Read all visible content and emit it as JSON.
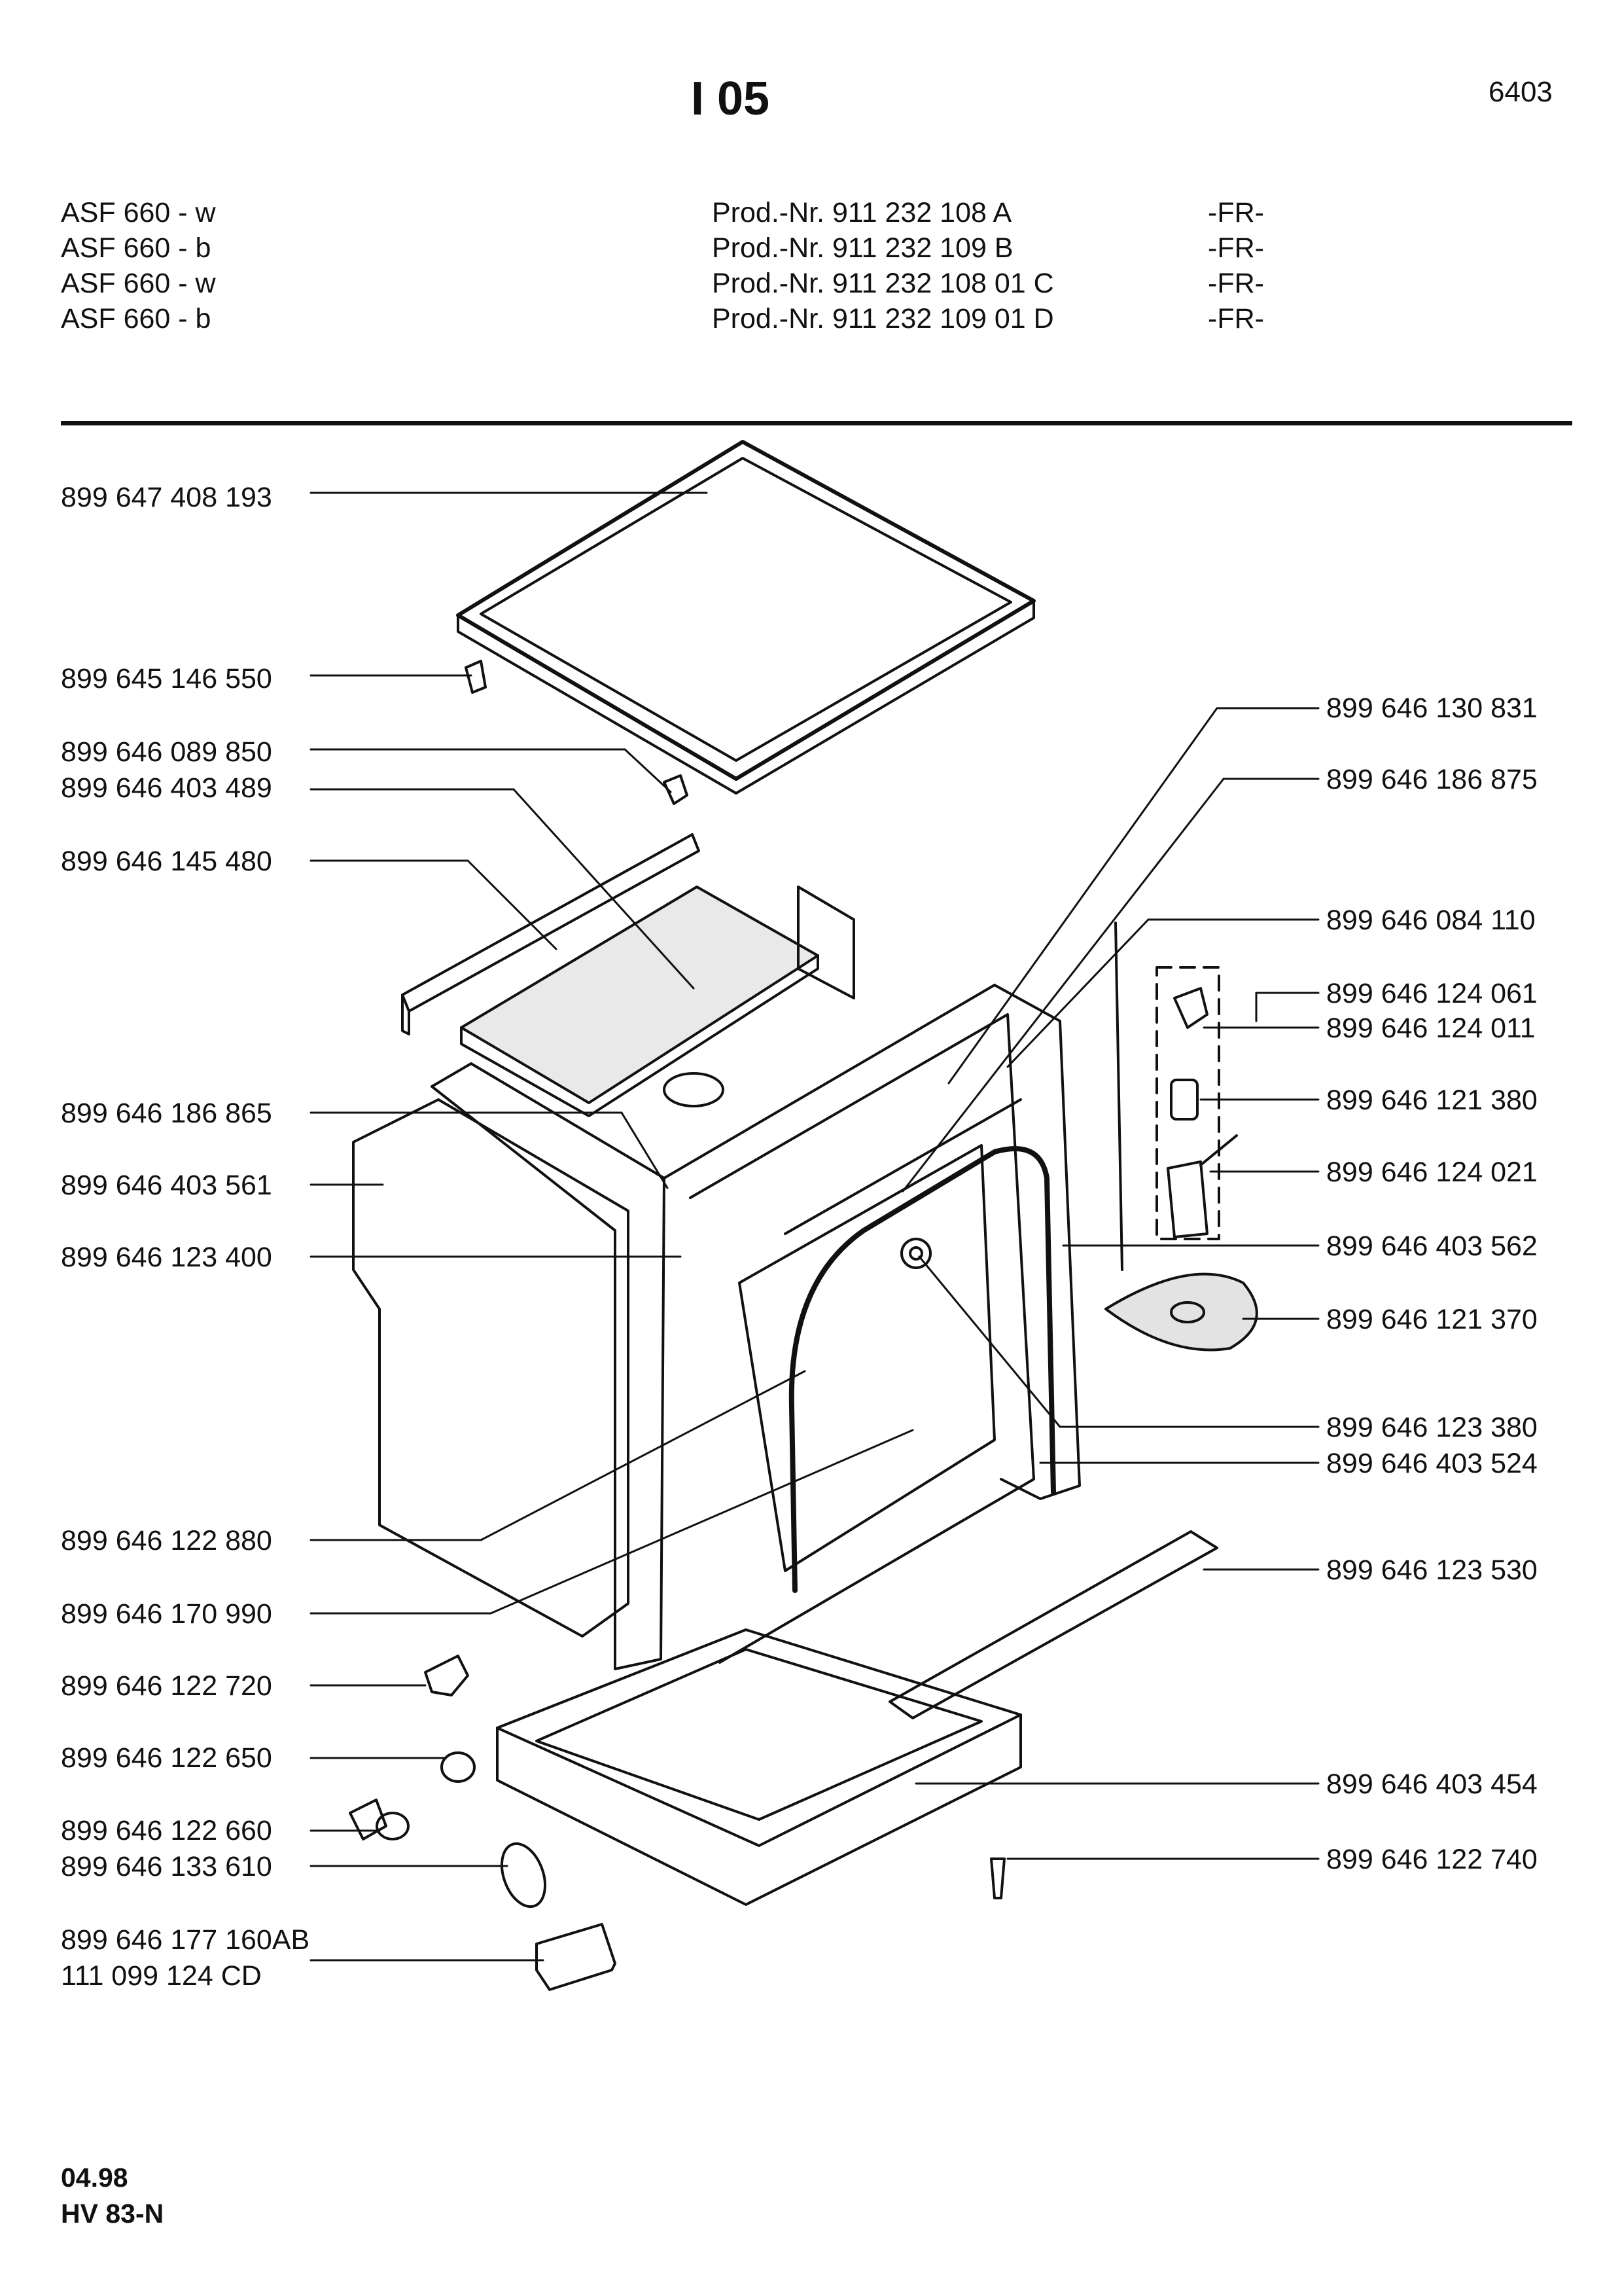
{
  "header": {
    "title": "I 05",
    "page_number": "6403"
  },
  "models": [
    {
      "model": "ASF 660 - w",
      "prod": "Prod.-Nr. 911 232 108 A",
      "country": "-FR-"
    },
    {
      "model": "ASF 660 - b",
      "prod": "Prod.-Nr. 911 232 109 B",
      "country": "-FR-"
    },
    {
      "model": "ASF 660 - w",
      "prod": "Prod.-Nr. 911 232 108 01 C",
      "country": "-FR-"
    },
    {
      "model": "ASF 660 - b",
      "prod": "Prod.-Nr. 911 232 109 01 D",
      "country": "-FR-"
    }
  ],
  "parts_left": [
    "899 647 408 193",
    "899 645 146 550",
    "899 646 089 850",
    "899 646 403 489",
    "899 646 145 480",
    "899 646 186 865",
    "899 646 403 561",
    "899 646 123 400",
    "899 646 122 880",
    "899 646 170 990",
    "899 646 122 720",
    "899 646 122 650",
    "899 646 122 660",
    "899 646 133 610",
    "899 646 177 160AB",
    "111 099 124 CD"
  ],
  "parts_right": [
    "899 646 130 831",
    "899 646 186 875",
    "899 646 084 110",
    "899 646 124 061",
    "899 646 124 011",
    "899 646 121 380",
    "899 646 124 021",
    "899 646 403 562",
    "899 646 121 370",
    "899 646 123 380",
    "899 646 403 524",
    "899 646 123 530",
    "899 646 403 454",
    "899 646 122 740"
  ],
  "footer": {
    "date": "04.98",
    "code": "HV 83-N"
  }
}
